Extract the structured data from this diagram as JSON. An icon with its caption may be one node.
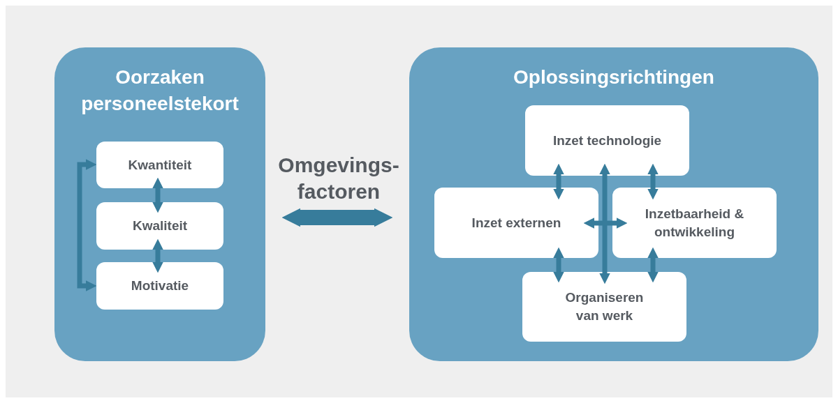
{
  "diagram": {
    "nodes": [
      {
        "text": [
          "Oorzaken personeelstekort"
        ]
      },
      {
        "text": [
          "Kwantiteit"
        ],
        "in": 0
      },
      {
        "text": [
          "Kwaliteit"
        ],
        "in": 0
      },
      {
        "text": [
          "Motivatie"
        ],
        "in": 0
      },
      {
        "text": [
          "Oplossingsrichtingen"
        ]
      },
      {
        "text": [
          "Inzet technologie"
        ],
        "in": 4
      },
      {
        "text": [
          "Inzet externen"
        ],
        "in": 4
      },
      {
        "text": [
          "Inzetbaarheid & ontwikkeling"
        ],
        "in": 4
      },
      {
        "text": [
          "Organiseren van werk"
        ],
        "in": 4
      }
    ],
    "edges": [
      {
        "from": 0,
        "to": 4,
        "arrow": "both",
        "label": "Omgevings- factoren",
        "style": "thick"
      },
      {
        "from": 1,
        "to": 2,
        "arrow": "both"
      },
      {
        "from": 2,
        "to": 3,
        "arrow": "both"
      },
      {
        "from": 1,
        "to": 3,
        "arrow": "both"
      },
      {
        "from": 5,
        "to": 6,
        "arrow": "both"
      },
      {
        "from": 5,
        "to": 7,
        "arrow": "both"
      },
      {
        "from": 5,
        "to": 8,
        "arrow": "both"
      },
      {
        "from": 6,
        "to": 7,
        "arrow": "both"
      },
      {
        "from": 6,
        "to": 8,
        "arrow": "both"
      },
      {
        "from": 7,
        "to": 8,
        "arrow": "both"
      }
    ]
  }
}
